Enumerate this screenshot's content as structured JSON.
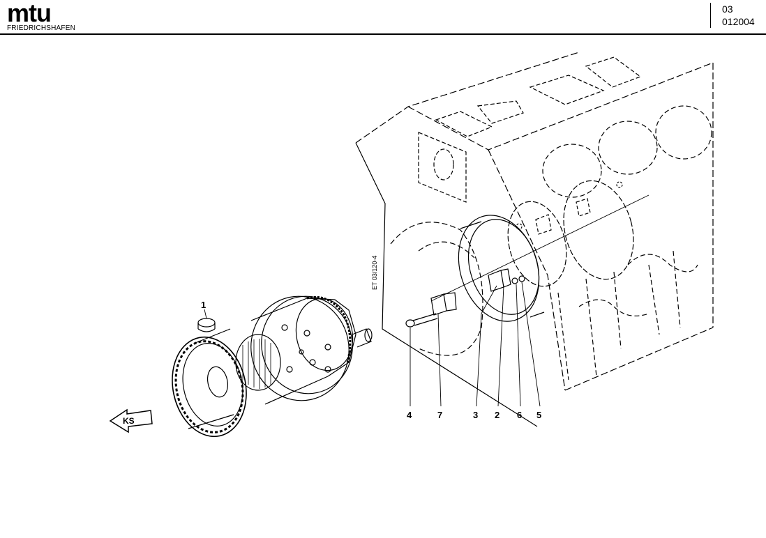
{
  "header": {
    "logo_text": "mtu",
    "logo_subtitle": "FRIEDRICHSHAFEN",
    "group_number": "03",
    "drawing_number": "012004"
  },
  "diagram": {
    "reference_code": "ET 03/120-4",
    "direction_marker": "KS",
    "callouts": [
      "1",
      "4",
      "7",
      "3",
      "2",
      "6",
      "5"
    ]
  },
  "colors": {
    "ink": "#000000",
    "paper": "#ffffff"
  }
}
